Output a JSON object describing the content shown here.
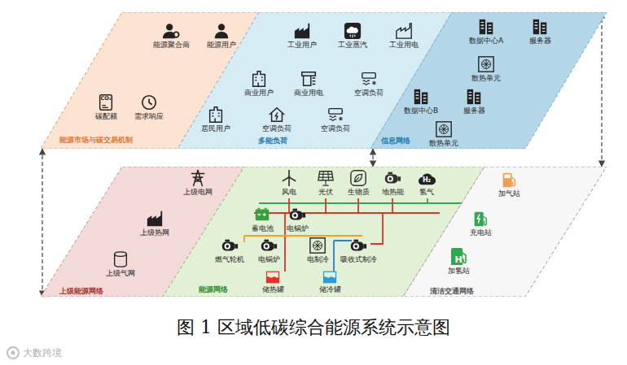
{
  "diagram": {
    "caption": "图 1 区域低碳综合能源系统示意图",
    "nodes": [
      {
        "text": [
          "能源市场与碳交易机制"
        ]
      },
      {
        "text": [
          "能源聚合商"
        ],
        "in": 0
      },
      {
        "text": [
          "能源用户"
        ],
        "in": 0
      },
      {
        "text": [
          "碳配额"
        ],
        "in": 0
      },
      {
        "text": [
          "需求响应"
        ],
        "in": 0
      },
      {
        "text": [
          "多能负荷"
        ]
      },
      {
        "text": [
          "工业用户"
        ],
        "in": 5
      },
      {
        "text": [
          "工业蒸汽"
        ],
        "in": 5
      },
      {
        "text": [
          "工业用电"
        ],
        "in": 5
      },
      {
        "text": [
          "商业用户"
        ],
        "in": 5
      },
      {
        "text": [
          "商业用电"
        ],
        "in": 5
      },
      {
        "text": [
          "空调负荷"
        ],
        "in": 5
      },
      {
        "text": [
          "居民用户"
        ],
        "in": 5
      },
      {
        "text": [
          "空调负荷"
        ],
        "in": 5
      },
      {
        "text": [
          "空调负荷"
        ],
        "in": 5
      },
      {
        "text": [
          "信息网络"
        ]
      },
      {
        "text": [
          "数据中心A"
        ],
        "in": 15
      },
      {
        "text": [
          "服务器"
        ],
        "in": 15
      },
      {
        "text": [
          "散热单元"
        ],
        "in": 15
      },
      {
        "text": [
          "数据中心B"
        ],
        "in": 15
      },
      {
        "text": [
          "服务器"
        ],
        "in": 15
      },
      {
        "text": [
          "散热单元"
        ],
        "in": 15
      },
      {
        "text": [
          "上级能源网络"
        ]
      },
      {
        "text": [
          "上级电网"
        ],
        "in": 22
      },
      {
        "text": [
          "上级热网"
        ],
        "in": 22
      },
      {
        "text": [
          "上级气网"
        ],
        "in": 22
      },
      {
        "text": [
          "能源网络"
        ]
      },
      {
        "text": [
          "风电"
        ],
        "in": 26
      },
      {
        "text": [
          "光伏"
        ],
        "in": 26
      },
      {
        "text": [
          "生物质"
        ],
        "in": 26
      },
      {
        "text": [
          "地热能"
        ],
        "in": 26
      },
      {
        "text": [
          "氢气"
        ],
        "in": 26
      },
      {
        "text": [
          "蓄电池"
        ],
        "in": 26
      },
      {
        "text": [
          "电锅炉"
        ],
        "in": 26
      },
      {
        "text": [
          "燃气轮机"
        ],
        "in": 26
      },
      {
        "text": [
          "电锅炉"
        ],
        "in": 26
      },
      {
        "text": [
          "电制冷"
        ],
        "in": 26
      },
      {
        "text": [
          "吸收式制冷"
        ],
        "in": 26
      },
      {
        "text": [
          "储热罐"
        ],
        "in": 26
      },
      {
        "text": [
          "储冷罐"
        ],
        "in": 26
      },
      {
        "text": [
          "清洁交通网络"
        ]
      },
      {
        "text": [
          "加气站"
        ],
        "in": 40
      },
      {
        "text": [
          "充电站"
        ],
        "in": 40
      },
      {
        "text": [
          "加氢站"
        ],
        "in": 40
      }
    ],
    "edges": [
      {
        "from": 0,
        "to": 22,
        "arrow": "both"
      },
      {
        "from": 5,
        "to": 26,
        "arrow": "both"
      },
      {
        "from": 15,
        "to": 40,
        "arrow": "both"
      }
    ],
    "labels": [
      "CO₂",
      "H₂",
      "H",
      "大数跨境"
    ]
  }
}
